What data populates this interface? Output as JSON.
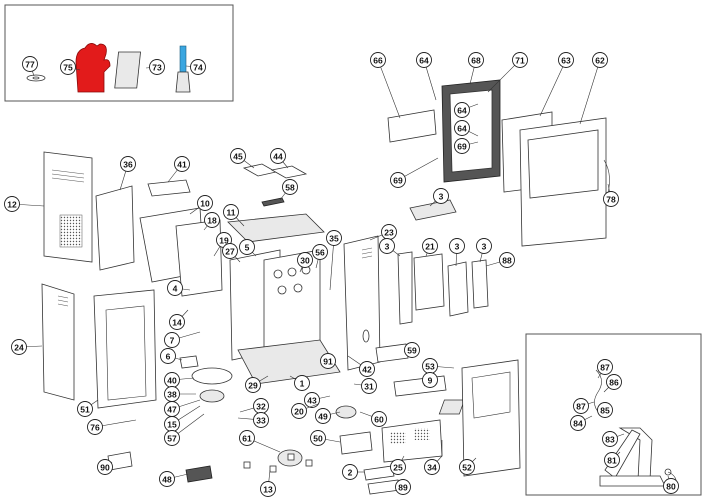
{
  "title": "Pellet stove exploded parts diagram",
  "accessories_box": {
    "parts": [
      {
        "id": "77",
        "label": "77",
        "desc": "washer"
      },
      {
        "id": "75",
        "label": "75",
        "desc": "red heat-resistant glove"
      },
      {
        "id": "73",
        "label": "73",
        "desc": "manual / booklet"
      },
      {
        "id": "74",
        "label": "74",
        "desc": "scraper tool"
      }
    ],
    "colors": {
      "glove": "#e21b1b",
      "scraper_handle": "#3aa6e0"
    }
  },
  "detail_box": {
    "parts": [
      "87",
      "86",
      "85",
      "84",
      "83",
      "81",
      "80"
    ]
  },
  "labels": [
    {
      "id": "77"
    },
    {
      "id": "75"
    },
    {
      "id": "73"
    },
    {
      "id": "74"
    },
    {
      "id": "66"
    },
    {
      "id": "64a",
      "text": "64"
    },
    {
      "id": "68"
    },
    {
      "id": "71"
    },
    {
      "id": "63"
    },
    {
      "id": "62"
    },
    {
      "id": "64b",
      "text": "64"
    },
    {
      "id": "64c",
      "text": "64"
    },
    {
      "id": "69a",
      "text": "69"
    },
    {
      "id": "69b",
      "text": "69"
    },
    {
      "id": "78"
    },
    {
      "id": "3a",
      "text": "3"
    },
    {
      "id": "36"
    },
    {
      "id": "41"
    },
    {
      "id": "45"
    },
    {
      "id": "44"
    },
    {
      "id": "58"
    },
    {
      "id": "12"
    },
    {
      "id": "10"
    },
    {
      "id": "18"
    },
    {
      "id": "11"
    },
    {
      "id": "19"
    },
    {
      "id": "27"
    },
    {
      "id": "5"
    },
    {
      "id": "35"
    },
    {
      "id": "56"
    },
    {
      "id": "30"
    },
    {
      "id": "23"
    },
    {
      "id": "3b",
      "text": "3"
    },
    {
      "id": "21"
    },
    {
      "id": "3c",
      "text": "3"
    },
    {
      "id": "3d",
      "text": "3"
    },
    {
      "id": "88"
    },
    {
      "id": "4"
    },
    {
      "id": "14"
    },
    {
      "id": "24"
    },
    {
      "id": "7"
    },
    {
      "id": "6"
    },
    {
      "id": "40"
    },
    {
      "id": "38"
    },
    {
      "id": "47"
    },
    {
      "id": "15"
    },
    {
      "id": "57"
    },
    {
      "id": "51"
    },
    {
      "id": "76"
    },
    {
      "id": "29"
    },
    {
      "id": "1"
    },
    {
      "id": "91"
    },
    {
      "id": "42"
    },
    {
      "id": "59"
    },
    {
      "id": "53"
    },
    {
      "id": "9"
    },
    {
      "id": "31"
    },
    {
      "id": "43"
    },
    {
      "id": "20"
    },
    {
      "id": "32"
    },
    {
      "id": "33"
    },
    {
      "id": "49"
    },
    {
      "id": "60"
    },
    {
      "id": "61"
    },
    {
      "id": "50"
    },
    {
      "id": "25"
    },
    {
      "id": "52"
    },
    {
      "id": "34"
    },
    {
      "id": "2"
    },
    {
      "id": "89"
    },
    {
      "id": "90"
    },
    {
      "id": "48"
    },
    {
      "id": "13"
    },
    {
      "id": "87"
    },
    {
      "id": "86"
    },
    {
      "id": "87b",
      "text": "87"
    },
    {
      "id": "85"
    },
    {
      "id": "84"
    },
    {
      "id": "83"
    },
    {
      "id": "81"
    },
    {
      "id": "80"
    }
  ]
}
